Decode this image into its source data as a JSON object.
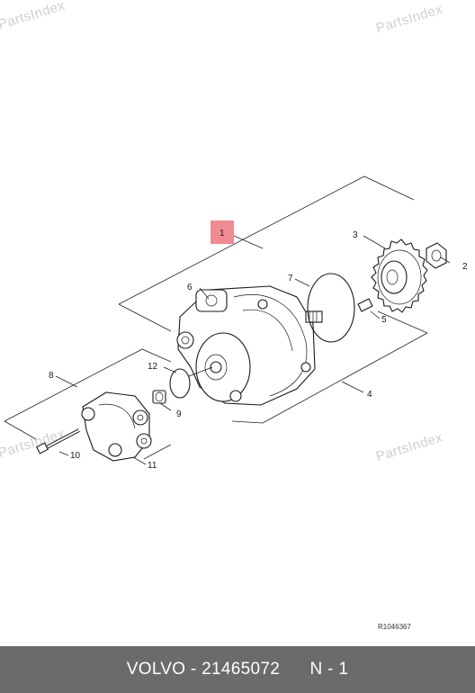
{
  "watermarks": [
    "PartsIndex",
    "PartsIndex",
    "PartsIndex",
    "PartsIndex"
  ],
  "highlight_color": "#f08a93",
  "callouts": {
    "c1": "1",
    "c2": "2",
    "c3": "3",
    "c4": "4",
    "c5": "5",
    "c6": "6",
    "c7": "7",
    "c8": "8",
    "c9": "9",
    "c10": "10",
    "c11": "11",
    "c12": "12"
  },
  "reference_code": "R1046367",
  "footer": {
    "brand": "VOLVO",
    "separator": " - ",
    "part_number": "21465072",
    "position": "N - 1"
  }
}
